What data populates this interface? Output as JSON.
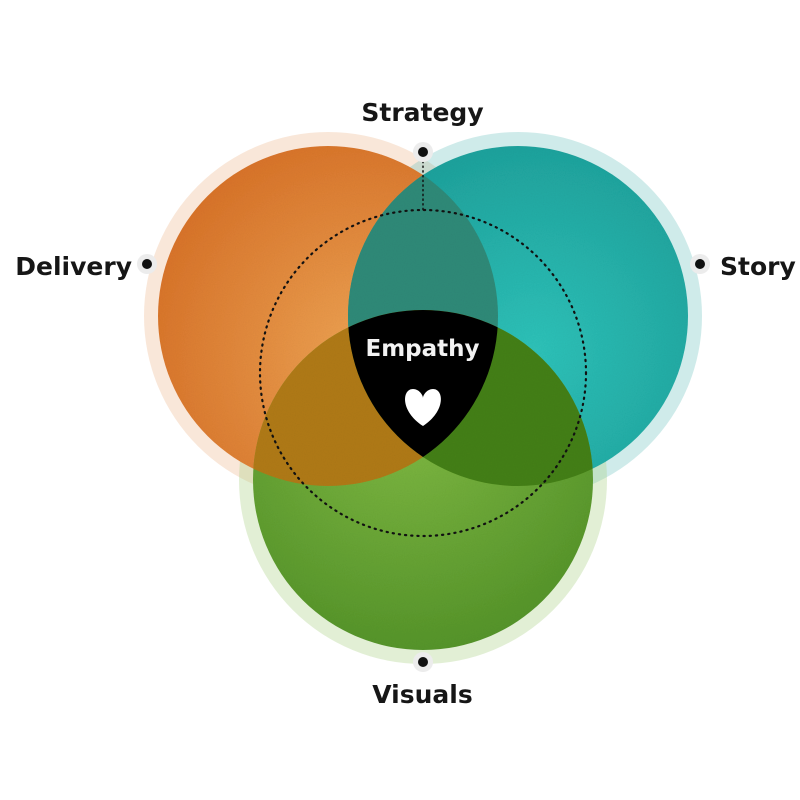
{
  "diagram": {
    "circles": [
      {
        "label": "Strategy",
        "color": "#1c8c8a"
      },
      {
        "label": "Story",
        "color": "#22a9a3"
      },
      {
        "label": "Delivery",
        "color": "#d9772c"
      },
      {
        "label": "Visuals",
        "color": "#6aa432"
      }
    ],
    "center": {
      "label": "Empathy",
      "color": "#000000",
      "icon": "heart-icon"
    },
    "outer_ring_style": "dotted"
  },
  "labels": {
    "top": "Strategy",
    "left": "Delivery",
    "right": "Story",
    "bottom": "Visuals",
    "center": "Empathy"
  }
}
